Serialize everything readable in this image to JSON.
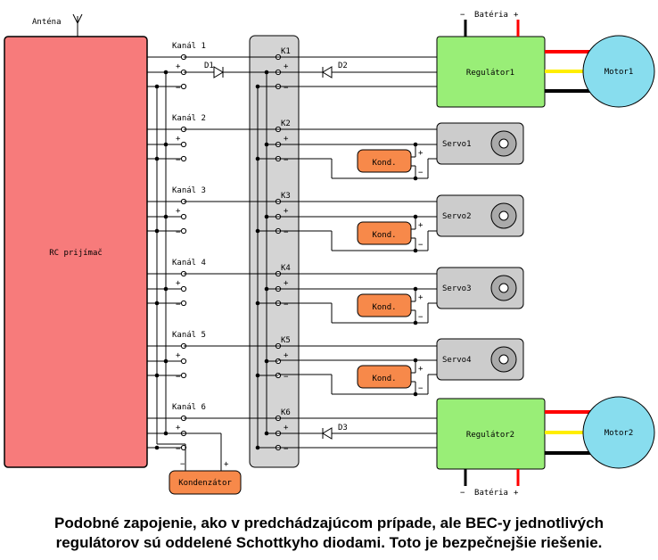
{
  "labels": {
    "antenna": "Anténa",
    "receiver": "RC prijímač",
    "capacitor_main": "Kondenzátor",
    "battery_top": "Batéria",
    "battery_bottom": "Batéria",
    "regulator1": "Regulátor1",
    "regulator2": "Regulátor2",
    "motor1": "Motor1",
    "motor2": "Motor2",
    "diode1": "D1",
    "diode2": "D2",
    "diode3": "D3",
    "plus": "+",
    "minus": "−"
  },
  "channels": [
    {
      "name": "Kanál 1",
      "connector": "K1"
    },
    {
      "name": "Kanál 2",
      "connector": "K2"
    },
    {
      "name": "Kanál 3",
      "connector": "K3"
    },
    {
      "name": "Kanál 4",
      "connector": "K4"
    },
    {
      "name": "Kanál 5",
      "connector": "K5"
    },
    {
      "name": "Kanál 6",
      "connector": "K6"
    }
  ],
  "servos": [
    {
      "name": "Servo1",
      "cap": "Kond."
    },
    {
      "name": "Servo2",
      "cap": "Kond."
    },
    {
      "name": "Servo3",
      "cap": "Kond."
    },
    {
      "name": "Servo4",
      "cap": "Kond."
    }
  ],
  "caption": {
    "line1": "Podobné zapojenie, ako v predchádzajúcom prípade, ale BEC-y jednotlivých",
    "line2": "regulátorov sú oddelené Schottkyho diodami. Toto je bezpečnejšie riešenie."
  },
  "colors": {
    "receiver": "#f77b7b",
    "connector_strip": "#d4d4d4",
    "regulator": "#99ee77",
    "motor": "#88ddee",
    "servo": "#cccccc",
    "capacitor": "#f7894a",
    "wire_red": "#ff0000",
    "wire_yellow": "#ffee00",
    "wire_black": "#000000"
  }
}
